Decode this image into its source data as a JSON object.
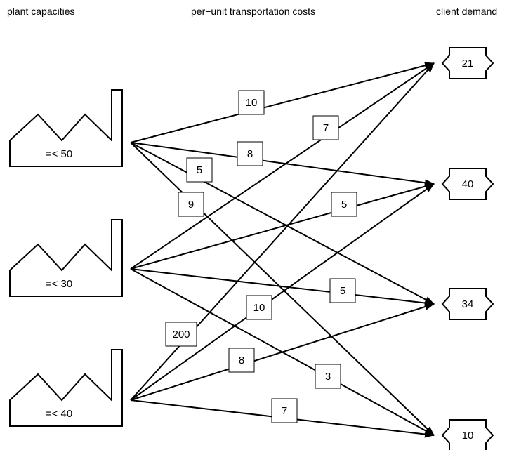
{
  "headers": {
    "plants": "plant capacities",
    "costs": "per−unit transportation costs",
    "clients": "client demand"
  },
  "plants": [
    {
      "id": "p1",
      "label": "=< 50"
    },
    {
      "id": "p2",
      "label": "=< 30"
    },
    {
      "id": "p3",
      "label": "=< 40"
    }
  ],
  "clients": [
    {
      "id": "c1",
      "label": "21"
    },
    {
      "id": "c2",
      "label": "40"
    },
    {
      "id": "c3",
      "label": "34"
    },
    {
      "id": "c4",
      "label": "10"
    }
  ],
  "edges": [
    {
      "from": 0,
      "to": 0,
      "cost": "10"
    },
    {
      "from": 0,
      "to": 1,
      "cost": "8"
    },
    {
      "from": 0,
      "to": 2,
      "cost": "5"
    },
    {
      "from": 0,
      "to": 3,
      "cost": "9"
    },
    {
      "from": 1,
      "to": 0,
      "cost": "7"
    },
    {
      "from": 1,
      "to": 1,
      "cost": "5"
    },
    {
      "from": 1,
      "to": 2,
      "cost": "5"
    },
    {
      "from": 1,
      "to": 3,
      "cost": "3"
    },
    {
      "from": 2,
      "to": 0,
      "cost": "200"
    },
    {
      "from": 2,
      "to": 1,
      "cost": "10"
    },
    {
      "from": 2,
      "to": 2,
      "cost": "8"
    },
    {
      "from": 2,
      "to": 3,
      "cost": "7"
    }
  ]
}
